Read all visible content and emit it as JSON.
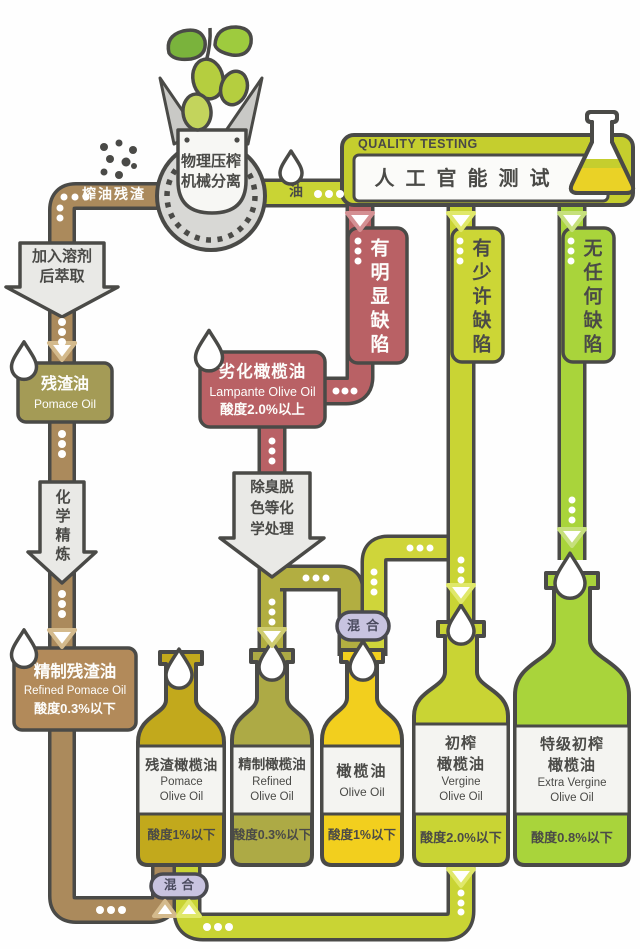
{
  "colors": {
    "outline": "#4a4a47",
    "yellow_green": "#c9d434",
    "olive": "#b2ae41",
    "yellow": "#f2cf1e",
    "green": "#a9d43b",
    "red": "#b96165",
    "brown": "#ab8a5c",
    "khaki": "#a49b56",
    "tan": "#b28a5a",
    "gold": "#c2a91c",
    "lavender": "#c8c3e0",
    "arrow_gray": "#e9e9e6"
  },
  "press": {
    "title_line1": "物理压榨",
    "title_line2": "机械分离"
  },
  "labels": {
    "residue_pipe": "榨油残渣",
    "oil_pipe": "油"
  },
  "quality_panel": {
    "banner": "QUALITY TESTING",
    "sensory_test": "人工官能测试"
  },
  "branches": {
    "major_defect": "有明显缺陷",
    "minor_defect": "有少许缺陷",
    "no_defect": "无任何缺陷"
  },
  "process_arrows": {
    "solvent_line1": "加入溶剂",
    "solvent_line2": "后萃取",
    "chemical_refining": "化学精炼",
    "deodorize_line1": "除臭脱",
    "deodorize_line2": "色等化",
    "deodorize_line3": "学处理"
  },
  "oil_boxes": {
    "pomace": {
      "cn": "残渣油",
      "en": "Pomace Oil"
    },
    "refined_pomace": {
      "cn": "精制残渣油",
      "en": "Refined Pomace Oil",
      "acidity": "酸度0.3%以下"
    },
    "lampante": {
      "cn": "劣化橄榄油",
      "en": "Lampante Olive Oil",
      "acidity": "酸度2.0%以上"
    }
  },
  "mixers": {
    "mixer1": "混合",
    "mixer2": "混合"
  },
  "bottles": [
    {
      "cn": "残渣橄榄油",
      "en1": "Pomace",
      "en2": "Olive Oil",
      "acidity": "酸度1%以下"
    },
    {
      "cn": "精制橄榄油",
      "en1": "Refined",
      "en2": "Olive Oil",
      "acidity": "酸度0.3%以下"
    },
    {
      "cn": "橄榄油",
      "en1": "Olive Oil",
      "acidity": "酸度1%以下"
    },
    {
      "cn1": "初榨",
      "cn2": "橄榄油",
      "en1": "Vergine",
      "en2": "Olive Oil",
      "acidity": "酸度2.0%以下"
    },
    {
      "cn1": "特级初榨",
      "cn2": "橄榄油",
      "en1": "Extra Vergine",
      "en2": "Olive Oil",
      "acidity": "酸度0.8%以下"
    }
  ]
}
